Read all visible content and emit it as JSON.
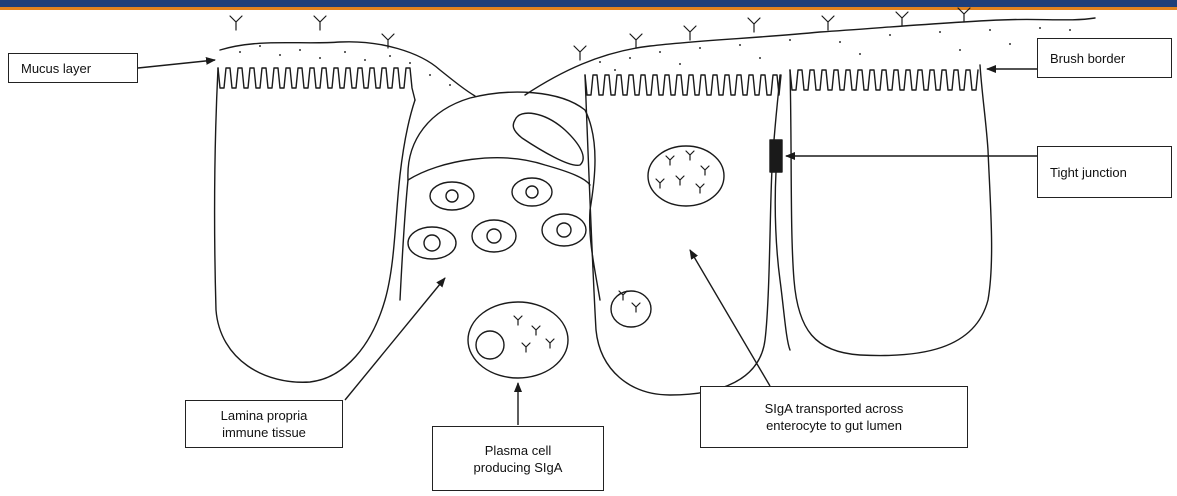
{
  "header": {
    "bar_color": "#1e3f7a",
    "accent_color": "#e0831f"
  },
  "diagram": {
    "stroke_color": "#1a1a1a",
    "labels": {
      "mucus_layer": "Mucus layer",
      "brush_border": "Brush border",
      "tight_junction": "Tight junction",
      "lamina_propria": "Lamina propria\nimmune tissue",
      "plasma_cell": "Plasma cell\nproducing SIgA",
      "sigA_transport": "SIgA transported across\nenterocyte to gut lumen"
    }
  }
}
